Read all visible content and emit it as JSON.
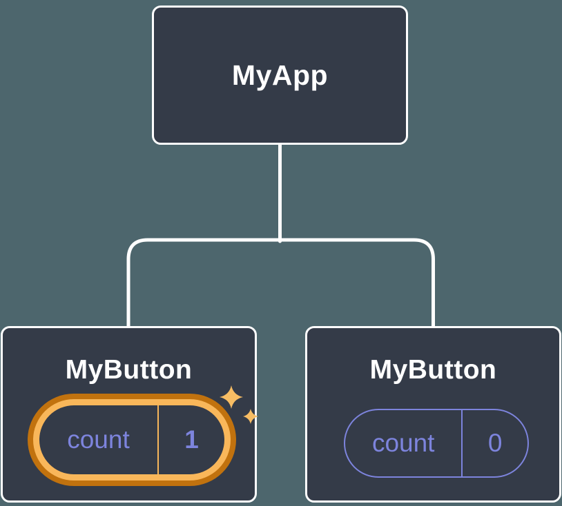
{
  "colors": {
    "background": "#4d666d",
    "card": "#343b48",
    "card-border": "#ffffff",
    "connector": "#ffffff",
    "label-text": "#ffffff",
    "state-purple": "#7d84dd",
    "highlight-orange-dark": "#c1720e",
    "highlight-orange-light": "#f9b75a",
    "sparkle-gold": "#f7bd64"
  },
  "tree": {
    "root": {
      "label": "MyApp"
    },
    "children": [
      {
        "label": "MyButton",
        "state": {
          "name": "count",
          "value": "1"
        },
        "highlighted": true
      },
      {
        "label": "MyButton",
        "state": {
          "name": "count",
          "value": "0"
        },
        "highlighted": false
      }
    ]
  }
}
